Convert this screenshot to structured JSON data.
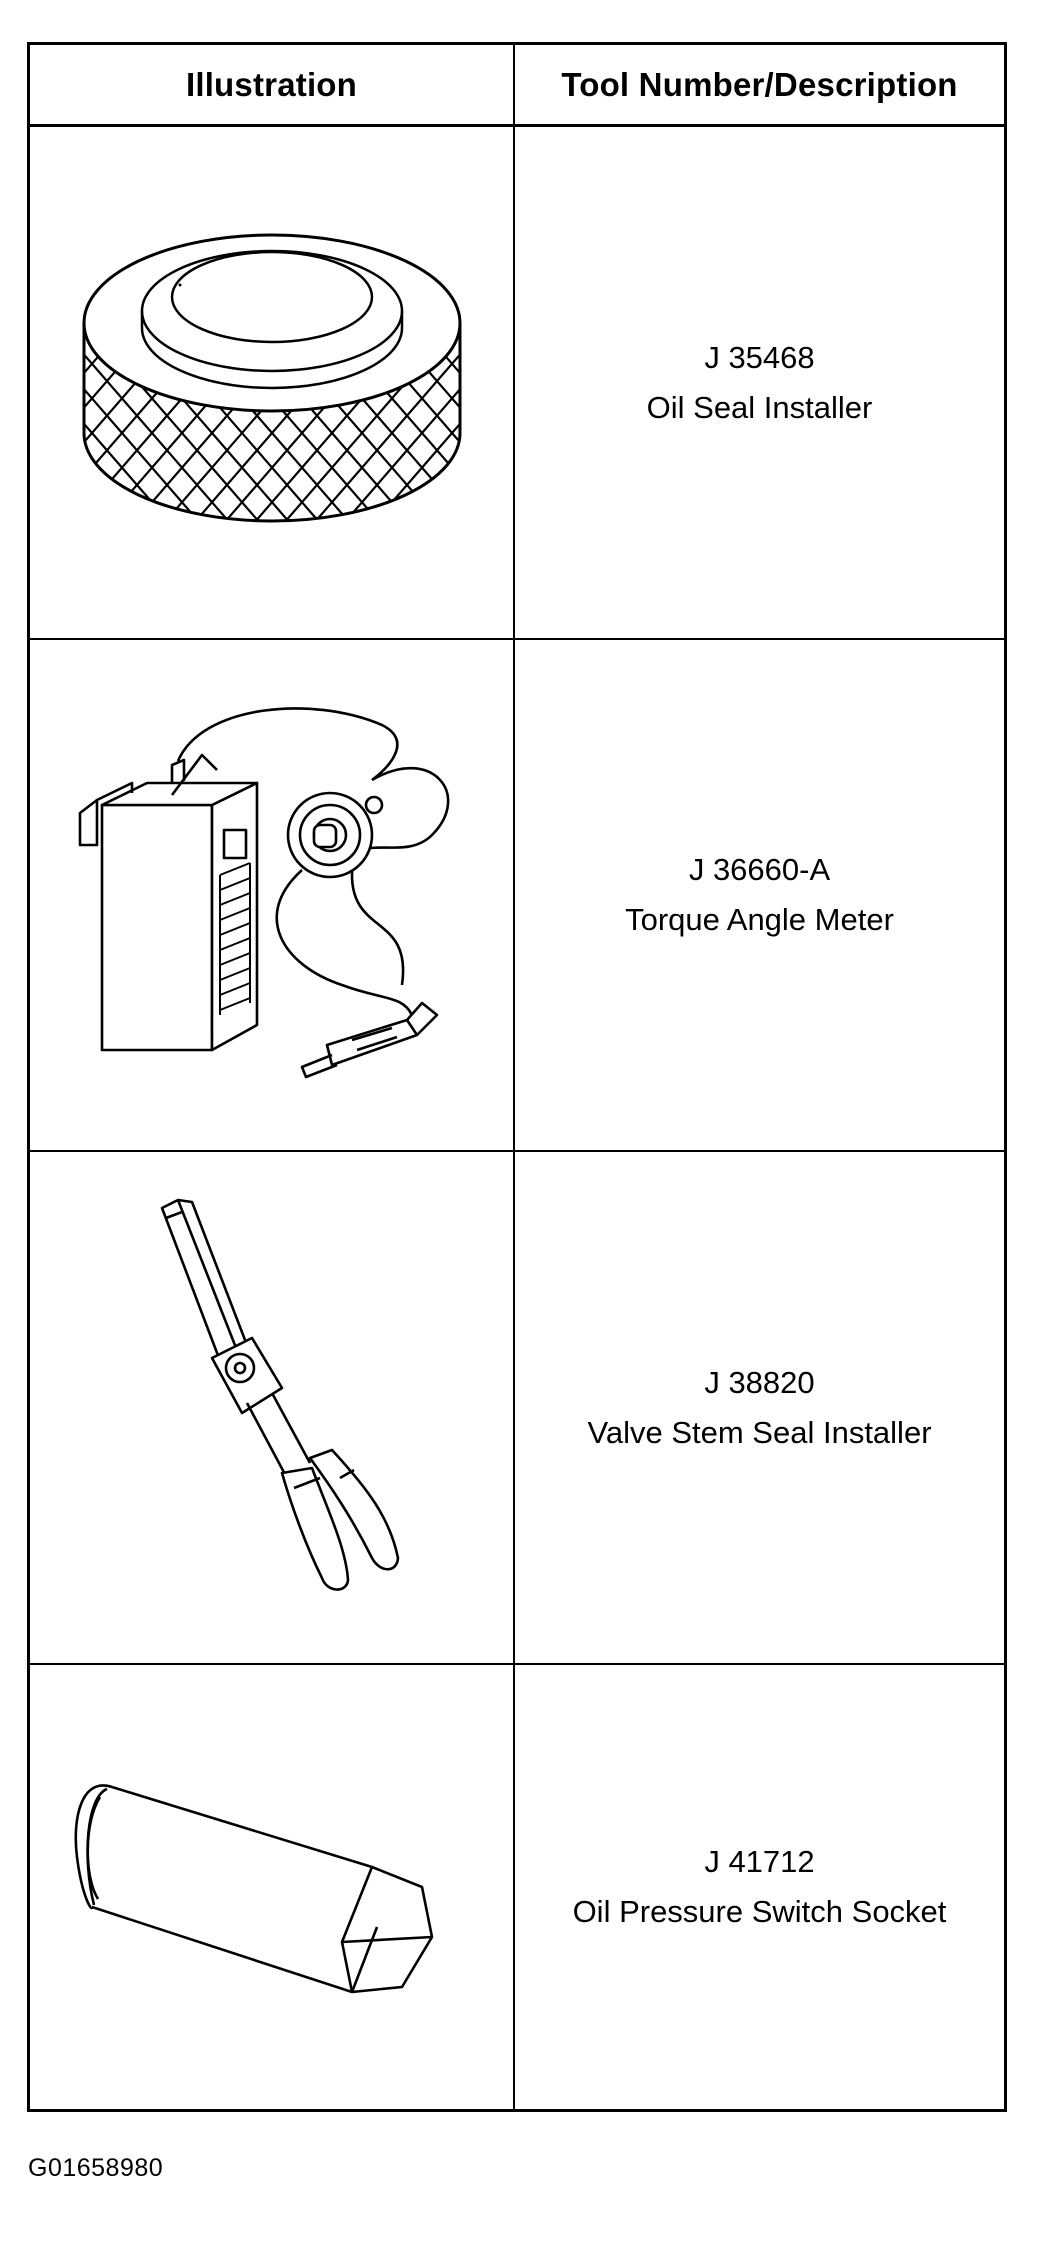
{
  "table": {
    "headers": {
      "illustration": "Illustration",
      "description": "Tool Number/Description"
    },
    "rows": [
      {
        "tool_number": "J 35468",
        "description": "Oil Seal Installer",
        "icon": "oil-seal-installer-icon"
      },
      {
        "tool_number": "J 36660-A",
        "description": "Torque Angle Meter",
        "icon": "torque-angle-meter-icon"
      },
      {
        "tool_number": "J 38820",
        "description": "Valve Stem Seal Installer",
        "icon": "valve-stem-seal-installer-icon"
      },
      {
        "tool_number": "J 41712",
        "description": "Oil Pressure Switch Socket",
        "icon": "oil-pressure-switch-socket-icon"
      }
    ]
  },
  "figure_id": "G01658980"
}
